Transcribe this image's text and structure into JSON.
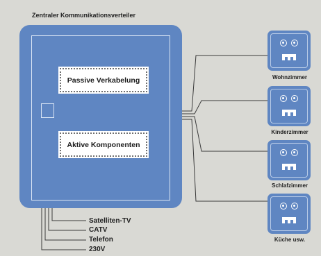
{
  "title": "Zentraler Kommunikationsverteiler",
  "cabinet": {
    "passive_label": "Passive Verkabelung",
    "active_label": "Aktive Komponenten"
  },
  "rooms": [
    {
      "label": "Wohnzimmer"
    },
    {
      "label": "Kinderzimmer"
    },
    {
      "label": "Schlafzimmer"
    },
    {
      "label": "Küche usw."
    }
  ],
  "sources": [
    {
      "label": "Satelliten-TV"
    },
    {
      "label": "CATV"
    },
    {
      "label": "Telefon"
    },
    {
      "label": "230V"
    }
  ],
  "colors": {
    "accent_blue": "#5f86c2",
    "background": "#d9d9d4",
    "wire": "#3a3a3a"
  }
}
